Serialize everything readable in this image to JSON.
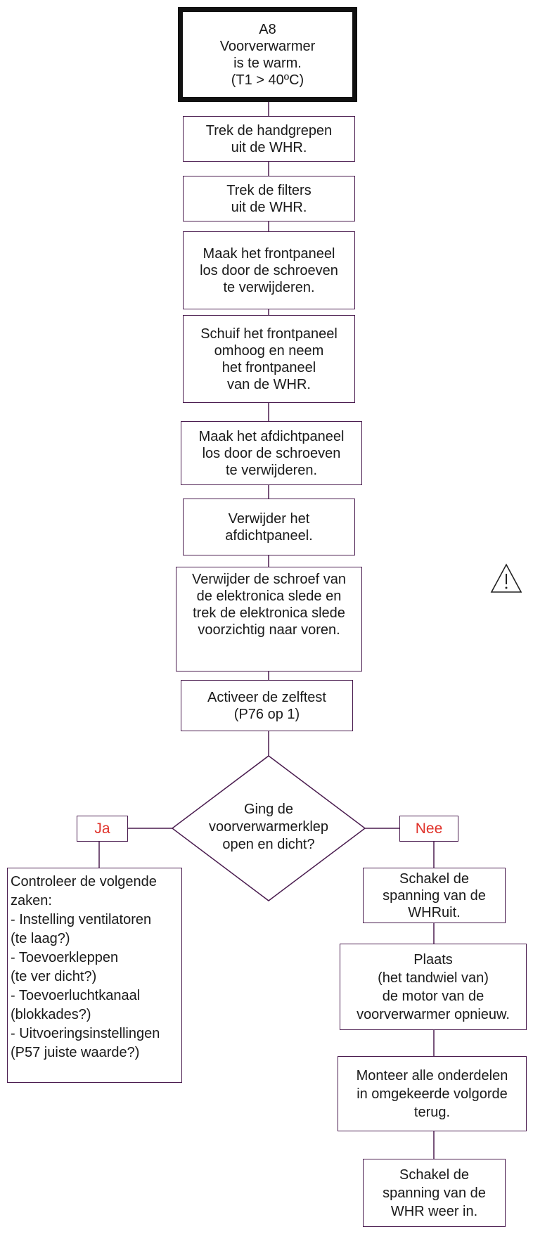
{
  "flow": {
    "start": "A8\nVoorverwarmer\nis te warm.\n(T1 > 40ºC)",
    "step1": "Trek de handgrepen\nuit de WHR.",
    "step2": "Trek de filters\nuit de WHR.",
    "step3": "Maak het frontpaneel\nlos door de schroeven\nte verwijderen.",
    "step4": "Schuif het frontpaneel\nomhoog en neem\nhet frontpaneel\nvan de WHR.",
    "step5": "Maak het afdichtpaneel\nlos door de schroeven\nte verwijderen.",
    "step6": "Verwijder het\nafdichtpaneel.",
    "step7": "Verwijder de schroef van\nde elektronica slede en\ntrek de elektronica slede\nvoorzichtig naar voren.",
    "step8": "Activeer de zelftest\n(P76 op 1)",
    "decision": "Ging de\nvoorverwarmerklep\nopen en dicht?",
    "yes_label": "Ja",
    "no_label": "Nee",
    "yes_action": "Controleer de volgende\nzaken:\n-  Instelling ventilatoren\n   (te laag?)\n- Toevoerkleppen\n   (te ver dicht?)\n-  Toevoerluchtkanaal\n   (blokkades?)\n-  Uitvoeringsinstellingen\n   (P57 juiste waarde?)",
    "no1": "Schakel de\nspanning van de\nWHRuit.",
    "no2": "Plaats\n(het tandwiel van)\nde motor van de\nvoorverwarmer opnieuw.",
    "no3": "Monteer alle onderdelen\nin omgekeerde volgorde\nterug.",
    "no4": "Schakel de\nspanning van de\nWHR weer in."
  },
  "warning_icon": "warning-triangle-icon",
  "colors": {
    "border": "#4a1c4f",
    "label_text": "#e0322a"
  }
}
